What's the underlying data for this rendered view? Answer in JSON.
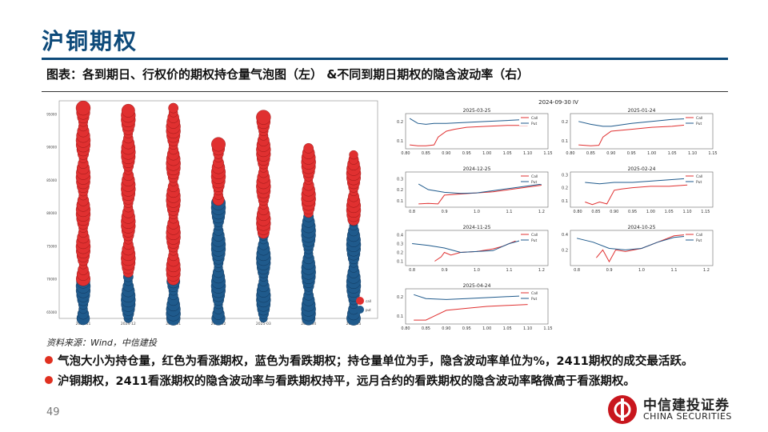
{
  "page": {
    "title": "沪铜期权",
    "subtitle": "图表：各到期日、行权价的期权持仓量气泡图（左） &不同到期日期权的隐含波动率（右）",
    "source": "资料来源：Wind，中信建投",
    "bullets": [
      "气泡大小为持仓量，红色为看涨期权，蓝色为看跌期权；持仓量单位为手，隐含波动率单位为%，2411期权的成交最活跃。",
      "沪铜期权，2411看涨期权的隐含波动率与看跌期权持平，远月合约的看跌期权的隐含波动率略微高于看涨期权。"
    ],
    "page_number": "49",
    "logo": {
      "cn": "中信建投证券",
      "en": "CHINA SECURITIES"
    },
    "colors": {
      "title": "#0d4a7a",
      "call": "#e03030",
      "put": "#1f5a8c",
      "bullet": "#e03020"
    }
  },
  "chart_data": [
    {
      "type": "scatter",
      "subtype": "bubble",
      "x_categories": [
        "2024-11",
        "2024-12",
        "2025-01",
        "2025-02",
        "2025-03",
        "2025-04",
        "2025-05"
      ],
      "x_tick_labels": [
        "2024-11",
        "2024-12",
        "2025-01",
        "2025-02",
        "2025-03",
        "2025-04",
        "2025-05"
      ],
      "y_ticks": [
        65000,
        70000,
        75000,
        80000,
        85000,
        90000,
        95000
      ],
      "ylim": [
        64000,
        97000
      ],
      "series": [
        {
          "name": "call",
          "color": "#e03030",
          "role": "call"
        },
        {
          "name": "put",
          "color": "#1f5a8c",
          "role": "put"
        }
      ],
      "columns": [
        {
          "expiry": "2024-11",
          "call_top": 96000,
          "call_bottom": 70000,
          "put_bottom": 64000
        },
        {
          "expiry": "2024-12",
          "call_top": 96000,
          "call_bottom": 71000,
          "put_bottom": 64000
        },
        {
          "expiry": "2025-01",
          "call_top": 96000,
          "call_bottom": 70000,
          "put_bottom": 64000
        },
        {
          "expiry": "2025-02",
          "call_top": 91000,
          "call_bottom": 82000,
          "put_bottom": 64000
        },
        {
          "expiry": "2025-03",
          "call_top": 95000,
          "call_bottom": 77000,
          "put_bottom": 64000
        },
        {
          "expiry": "2025-04",
          "call_top": 90000,
          "call_bottom": 80000,
          "put_bottom": 64000
        },
        {
          "expiry": "2025-05",
          "call_top": 89000,
          "call_bottom": 79000,
          "put_bottom": 64000
        }
      ]
    },
    {
      "type": "line",
      "title": "2024-09-30 IV",
      "panels": [
        {
          "title": "2025-03-25",
          "xlim": [
            0.8,
            1.15
          ],
          "ylim": [
            0.06,
            0.24
          ],
          "x_ticks": [
            "0.80",
            "0.85",
            "0.90",
            "0.95",
            "1.00",
            "1.05",
            "1.10",
            "1.15"
          ],
          "x_tick_values": [
            0.8,
            0.85,
            0.9,
            0.95,
            1.0,
            1.05,
            1.1,
            1.15
          ],
          "y_ticks": [
            "0.1",
            "0.2"
          ],
          "y_tick_values": [
            0.1,
            0.2
          ],
          "series": [
            {
              "name": "Call",
              "color": "#e03030",
              "x": [
                0.81,
                0.83,
                0.85,
                0.87,
                0.88,
                0.9,
                0.92,
                0.95,
                1.0,
                1.05,
                1.1
              ],
              "y": [
                0.08,
                0.075,
                0.075,
                0.08,
                0.12,
                0.15,
                0.16,
                0.17,
                0.175,
                0.18,
                0.18
              ]
            },
            {
              "name": "Put",
              "color": "#1f5a8c",
              "x": [
                0.81,
                0.83,
                0.85,
                0.87,
                0.9,
                0.95,
                1.0,
                1.05,
                1.1
              ],
              "y": [
                0.215,
                0.19,
                0.185,
                0.19,
                0.19,
                0.195,
                0.2,
                0.205,
                0.21
              ]
            }
          ]
        },
        {
          "title": "2025-01-24",
          "xlim": [
            0.8,
            1.15
          ],
          "ylim": [
            0.06,
            0.24
          ],
          "x_ticks": [
            "0.80",
            "0.85",
            "0.90",
            "0.95",
            "1.00",
            "1.05",
            "1.10",
            "1.15"
          ],
          "x_tick_values": [
            0.8,
            0.85,
            0.9,
            0.95,
            1.0,
            1.05,
            1.1,
            1.15
          ],
          "y_ticks": [
            "0.1",
            "0.2"
          ],
          "y_tick_values": [
            0.1,
            0.2
          ],
          "series": [
            {
              "name": "Call",
              "color": "#e03030",
              "x": [
                0.82,
                0.85,
                0.87,
                0.88,
                0.9,
                0.95,
                1.0,
                1.05,
                1.1
              ],
              "y": [
                0.08,
                0.075,
                0.078,
                0.12,
                0.15,
                0.16,
                0.17,
                0.175,
                0.185
              ]
            },
            {
              "name": "Put",
              "color": "#1f5a8c",
              "x": [
                0.82,
                0.85,
                0.88,
                0.9,
                0.95,
                1.0,
                1.05,
                1.1
              ],
              "y": [
                0.2,
                0.185,
                0.175,
                0.175,
                0.19,
                0.2,
                0.21,
                0.215
              ]
            }
          ]
        },
        {
          "title": "2024-12-25",
          "xlim": [
            0.78,
            1.22
          ],
          "ylim": [
            0.04,
            0.36
          ],
          "x_ticks": [
            "0.8",
            "0.9",
            "1.0",
            "1.1",
            "1.2"
          ],
          "x_tick_values": [
            0.8,
            0.9,
            1.0,
            1.1,
            1.2
          ],
          "y_ticks": [
            "0.1",
            "0.2",
            "0.3"
          ],
          "y_tick_values": [
            0.1,
            0.2,
            0.3
          ],
          "series": [
            {
              "name": "Call",
              "color": "#e03030",
              "x": [
                0.82,
                0.85,
                0.88,
                0.9,
                0.95,
                1.0,
                1.05,
                1.1,
                1.15,
                1.2
              ],
              "y": [
                0.07,
                0.075,
                0.07,
                0.15,
                0.16,
                0.17,
                0.18,
                0.2,
                0.22,
                0.24
              ]
            },
            {
              "name": "Put",
              "color": "#1f5a8c",
              "x": [
                0.82,
                0.85,
                0.9,
                0.95,
                1.0,
                1.05,
                1.1,
                1.15,
                1.2
              ],
              "y": [
                0.25,
                0.2,
                0.175,
                0.165,
                0.17,
                0.19,
                0.21,
                0.23,
                0.25
              ]
            }
          ]
        },
        {
          "title": "2025-02-24",
          "xlim": [
            0.78,
            1.17
          ],
          "ylim": [
            0.05,
            0.32
          ],
          "x_ticks": [
            "0.80",
            "0.85",
            "0.90",
            "0.95",
            "1.00",
            "1.05",
            "1.10",
            "1.15"
          ],
          "x_tick_values": [
            0.8,
            0.85,
            0.9,
            0.95,
            1.0,
            1.05,
            1.1,
            1.15
          ],
          "y_ticks": [
            "0.1",
            "0.2",
            "0.3"
          ],
          "y_tick_values": [
            0.1,
            0.2,
            0.3
          ],
          "series": [
            {
              "name": "Call",
              "color": "#e03030",
              "x": [
                0.82,
                0.84,
                0.86,
                0.88,
                0.9,
                0.92,
                0.95,
                1.0,
                1.05,
                1.1
              ],
              "y": [
                0.09,
                0.07,
                0.09,
                0.075,
                0.18,
                0.19,
                0.2,
                0.21,
                0.21,
                0.22
              ]
            },
            {
              "name": "Put",
              "color": "#1f5a8c",
              "x": [
                0.82,
                0.86,
                0.9,
                0.95,
                1.0,
                1.05,
                1.1,
                1.15
              ],
              "y": [
                0.24,
                0.23,
                0.24,
                0.24,
                0.25,
                0.26,
                0.27,
                0.28
              ]
            }
          ]
        },
        {
          "title": "2024-11-25",
          "xlim": [
            0.78,
            1.22
          ],
          "ylim": [
            0.05,
            0.45
          ],
          "x_ticks": [
            "0.8",
            "0.9",
            "1.0",
            "1.1",
            "1.2"
          ],
          "x_tick_values": [
            0.8,
            0.9,
            1.0,
            1.1,
            1.2
          ],
          "y_ticks": [
            "0.1",
            "0.2",
            "0.3",
            "0.4"
          ],
          "y_tick_values": [
            0.1,
            0.2,
            0.3,
            0.4
          ],
          "series": [
            {
              "name": "Call",
              "color": "#e03030",
              "x": [
                0.87,
                0.89,
                0.9,
                0.92,
                0.95,
                1.0,
                1.05,
                1.08,
                1.1,
                1.12
              ],
              "y": [
                0.1,
                0.15,
                0.2,
                0.17,
                0.2,
                0.21,
                0.24,
                0.27,
                0.3,
                0.33
              ]
            },
            {
              "name": "Put",
              "color": "#1f5a8c",
              "x": [
                0.8,
                0.85,
                0.9,
                0.95,
                1.0,
                1.05,
                1.1,
                1.15
              ],
              "y": [
                0.3,
                0.28,
                0.25,
                0.2,
                0.21,
                0.22,
                0.3,
                0.35
              ]
            }
          ]
        },
        {
          "title": "2024-10-25",
          "xlim": [
            0.78,
            1.22
          ],
          "ylim": [
            0.0,
            0.45
          ],
          "x_ticks": [
            "0.8",
            "0.9",
            "1.0",
            "1.1",
            "1.2"
          ],
          "x_tick_values": [
            0.8,
            0.9,
            1.0,
            1.1,
            1.2
          ],
          "y_ticks": [
            "0.2",
            "0.4"
          ],
          "y_tick_values": [
            0.2,
            0.4
          ],
          "series": [
            {
              "name": "Call",
              "color": "#e03030",
              "x": [
                0.86,
                0.88,
                0.9,
                0.92,
                0.95,
                1.0,
                1.05,
                1.1,
                1.15
              ],
              "y": [
                0.1,
                0.2,
                0.05,
                0.2,
                0.18,
                0.22,
                0.3,
                0.38,
                0.4
              ]
            },
            {
              "name": "Put",
              "color": "#1f5a8c",
              "x": [
                0.8,
                0.85,
                0.9,
                0.95,
                1.0,
                1.05,
                1.1,
                1.15
              ],
              "y": [
                0.35,
                0.3,
                0.22,
                0.2,
                0.22,
                0.3,
                0.36,
                0.38
              ]
            }
          ]
        },
        {
          "title": "2025-04-24",
          "xlim": [
            0.8,
            1.15
          ],
          "ylim": [
            0.06,
            0.24
          ],
          "x_ticks": [
            "0.80",
            "0.85",
            "0.90",
            "0.95",
            "1.00",
            "1.05",
            "1.10",
            "1.15"
          ],
          "x_tick_values": [
            0.8,
            0.85,
            0.9,
            0.95,
            1.0,
            1.05,
            1.1,
            1.15
          ],
          "y_ticks": [
            "0.1",
            "0.2"
          ],
          "y_tick_values": [
            0.1,
            0.2
          ],
          "series": [
            {
              "name": "Call",
              "color": "#e03030",
              "x": [
                0.82,
                0.85,
                0.87,
                0.9,
                0.95,
                1.0,
                1.05,
                1.1
              ],
              "y": [
                0.08,
                0.08,
                0.1,
                0.13,
                0.14,
                0.15,
                0.155,
                0.16
              ]
            },
            {
              "name": "Put",
              "color": "#1f5a8c",
              "x": [
                0.82,
                0.85,
                0.9,
                0.95,
                1.0,
                1.05,
                1.1
              ],
              "y": [
                0.21,
                0.19,
                0.185,
                0.19,
                0.195,
                0.2,
                0.205
              ]
            }
          ]
        }
      ]
    }
  ]
}
